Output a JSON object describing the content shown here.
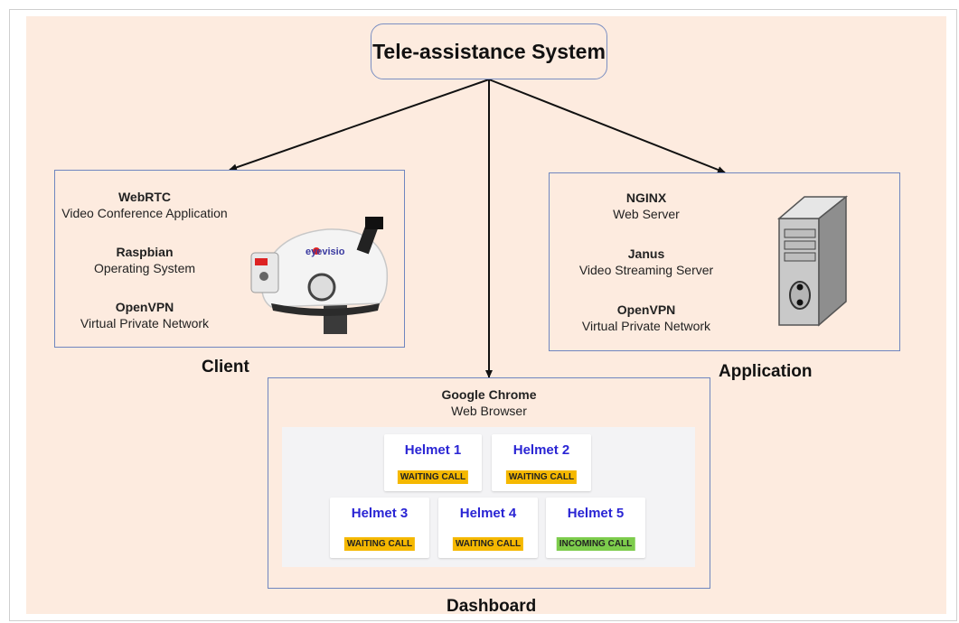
{
  "title": "Tele-assistance System",
  "client": {
    "caption": "Client",
    "items": [
      {
        "title": "WebRTC",
        "subtitle": "Video Conference Application"
      },
      {
        "title": "Raspbian",
        "subtitle": "Operating System"
      },
      {
        "title": "OpenVPN",
        "subtitle": "Virtual Private Network"
      }
    ],
    "helmet_logo": "eyevisio"
  },
  "application": {
    "caption": "Application",
    "items": [
      {
        "title": "NGINX",
        "subtitle": "Web Server"
      },
      {
        "title": "Janus",
        "subtitle": "Video Streaming Server"
      },
      {
        "title": "OpenVPN",
        "subtitle": "Virtual Private Network"
      }
    ]
  },
  "dashboard": {
    "caption": "Dashboard",
    "browser_title": "Google Chrome",
    "browser_subtitle": "Web Browser",
    "helmets": [
      {
        "name": "Helmet 1",
        "status": "WAITING CALL",
        "status_color": "#f5b800"
      },
      {
        "name": "Helmet 2",
        "status": "WAITING CALL",
        "status_color": "#f5b800"
      },
      {
        "name": "Helmet 3",
        "status": "WAITING CALL",
        "status_color": "#f5b800"
      },
      {
        "name": "Helmet 4",
        "status": "WAITING CALL",
        "status_color": "#f5b800"
      },
      {
        "name": "Helmet 5",
        "status": "INCOMING CALL",
        "status_color": "#7dcc4c"
      }
    ]
  },
  "colors": {
    "background": "#fdebdf",
    "box_border": "#6f86bf",
    "helmet_name": "#2a25d4"
  }
}
